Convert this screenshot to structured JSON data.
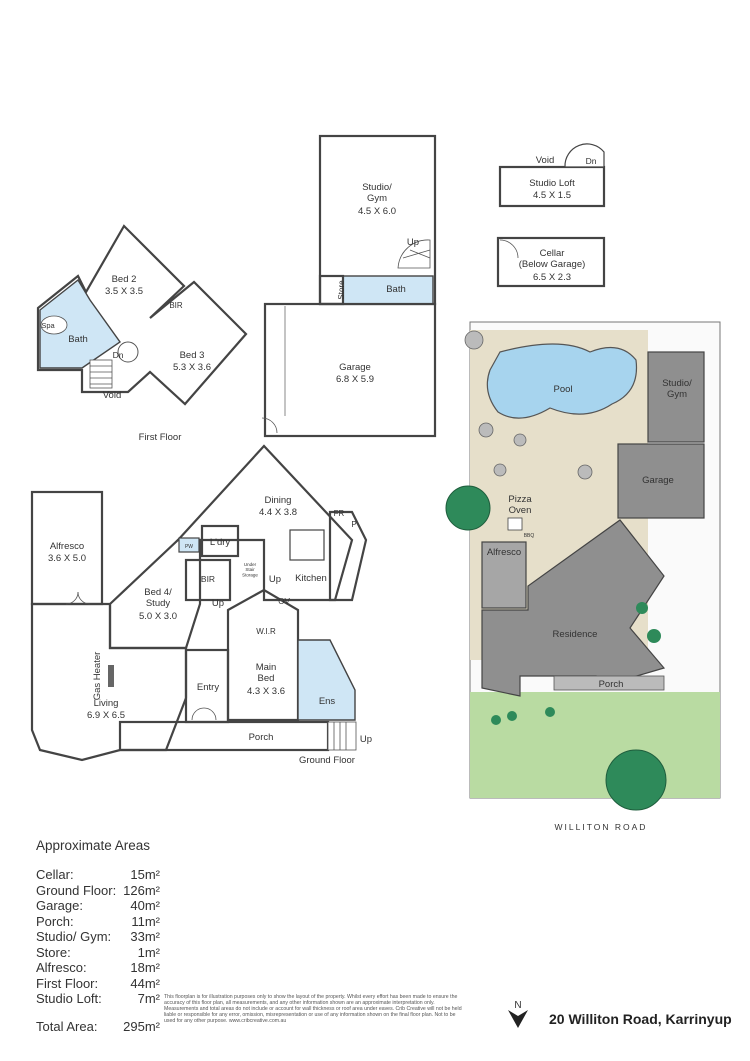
{
  "rooms": {
    "studio_gym": {
      "name": "Studio/\nGym",
      "size": "4.5 X 6.0"
    },
    "studio_loft": {
      "name": "Studio Loft",
      "size": "4.5 X 1.5"
    },
    "void_top": "Void",
    "dn_top": "Dn",
    "cellar": {
      "name": "Cellar\n(Below Garage)",
      "size": "6.5 X 2.3"
    },
    "bed2": {
      "name": "Bed 2",
      "size": "3.5 X 3.5"
    },
    "bed3": {
      "name": "Bed 3",
      "size": "5.3 X 3.6"
    },
    "bir_ff": "BIR",
    "spa": "Spa",
    "bath_ff": "Bath",
    "dn_ff": "Dn",
    "void_ff": "Void",
    "up_studio": "Up",
    "store": "Store",
    "bath_studio": "Bath",
    "garage": {
      "name": "Garage",
      "size": "6.8 X 5.9"
    },
    "dining": {
      "name": "Dining",
      "size": "4.4 X 3.8"
    },
    "fr": "FR",
    "p": "P",
    "kitchen": "Kitchen",
    "ldry": "L'dry",
    "pw": "PW",
    "bir_gf": "BIR",
    "under_stair": "Under\nStair\nStorage",
    "up_gf1": "Up",
    "up_gf2": "Up",
    "ov": "OV",
    "alfresco": {
      "name": "Alfresco",
      "size": "3.6 X 5.0"
    },
    "bed4": {
      "name": "Bed 4/\nStudy",
      "size": "5.0 X 3.0"
    },
    "wir": "W.I.R",
    "main_bed": {
      "name": "Main\nBed",
      "size": "4.3 X 3.6"
    },
    "gas_heater": "Gas\nHeater",
    "living": {
      "name": "Living",
      "size": "6.9 X 6.5"
    },
    "entry": "Entry",
    "ens": "Ens",
    "porch": "Porch",
    "up_porch": "Up"
  },
  "floor_labels": {
    "first": "First Floor",
    "ground": "Ground Floor"
  },
  "site": {
    "pool": "Pool",
    "studio_gym": "Studio/\nGym",
    "garage": "Garage",
    "pizza_oven": "Pizza\nOven",
    "bbq": "BBQ",
    "alfresco": "Alfresco",
    "residence": "Residence",
    "porch": "Porch",
    "street": "WILLITON ROAD"
  },
  "areas": {
    "title": "Approximate Areas",
    "rows": [
      {
        "label": "Cellar:",
        "value": "15m²"
      },
      {
        "label": "Ground Floor:",
        "value": "126m²"
      },
      {
        "label": "Garage:",
        "value": "40m²"
      },
      {
        "label": "Porch:",
        "value": "11m²"
      },
      {
        "label": "Studio/ Gym:",
        "value": "33m²"
      },
      {
        "label": "Store:",
        "value": "1m²"
      },
      {
        "label": "Alfresco:",
        "value": "18m²"
      },
      {
        "label": "First Floor:",
        "value": "44m²"
      },
      {
        "label": "Studio Loft:",
        "value": "7m²"
      }
    ],
    "total_label": "Total Area:",
    "total_value": "295m²"
  },
  "disclaimer": "This floorplan is for illustration purposes only to show the layout of the property. Whilst every effort has been made to ensure the accuracy of this floor plan, all measurements, and any other information shown are an approximate interpretation only. Measurements and total areas do not include or account for wall thickness or roof area under eaves. Crib Creative will not be held liable or responsible for any error, omission, misrepresentation or use of any information shown on the final floor plan. Not to be used for any other purpose. www.cribcreative.com.au",
  "compass": "N",
  "address": "20 Williton Road, Karrinyup",
  "colors": {
    "wall": "#444444",
    "wet_area": "#cfe6f5",
    "pool": "#a7d4ee",
    "building": "#8f8f8f",
    "lawn": "#b9dba2",
    "paving": "#e6dfca",
    "tree": "#2e8a5a"
  }
}
